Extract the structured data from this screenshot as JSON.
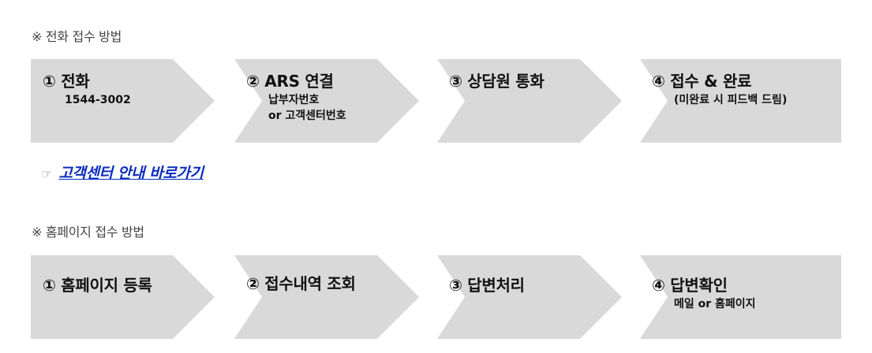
{
  "phone_section": {
    "title": "※ 전화 접수 방법",
    "steps": [
      {
        "label": "① 전화",
        "sub": [
          "1544-3002"
        ]
      },
      {
        "label": "② ARS 연결",
        "sub": [
          "납부자번호",
          "or 고객센터번호"
        ]
      },
      {
        "label": "③ 상담원 통화",
        "sub": []
      },
      {
        "label": "④ 접수 & 완료",
        "sub": [
          "(미완료 시 피드백 드림)"
        ]
      }
    ]
  },
  "link": {
    "hand_icon": "☞",
    "text": "고객센터 안내 바로가기"
  },
  "web_section": {
    "title": "※ 홈페이지 접수 방법",
    "steps": [
      {
        "label": "① 홈페이지 등록",
        "sub": []
      },
      {
        "label": "② 접수내역 조회",
        "sub": []
      },
      {
        "label": "③ 답변처리",
        "sub": []
      },
      {
        "label": "④ 답변확인",
        "sub": [
          "메일 or 홈페이지"
        ]
      }
    ]
  },
  "colors": {
    "step_fill": "#d9d9d9",
    "link": "#0b2dbf"
  }
}
